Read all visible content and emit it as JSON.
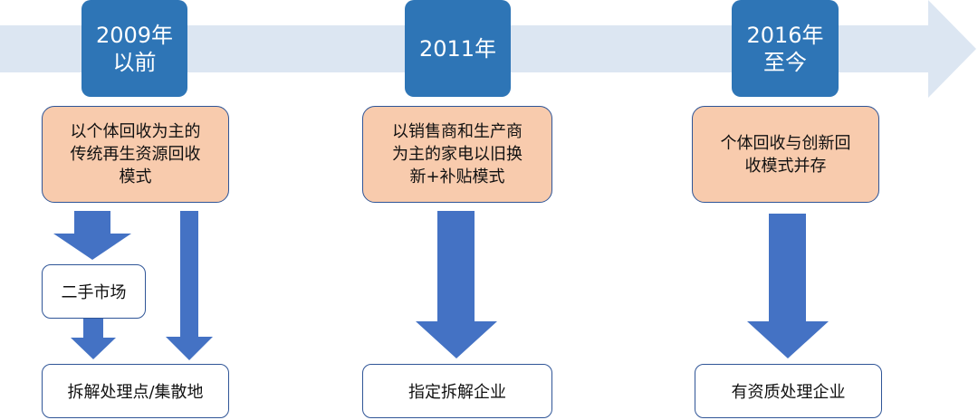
{
  "timeline": {
    "periods": [
      {
        "era_line1": "2009年",
        "era_line2": "以前",
        "mode": "以个体回收为主的\n传统再生资源回收\n模式",
        "intermediate": "二手市场",
        "outcome": "拆解处理点/集散地"
      },
      {
        "era_line1": "2011年",
        "era_line2": "",
        "mode": "以销售商和生产商\n为主的家电以旧换\n新+补贴模式",
        "outcome": "指定拆解企业"
      },
      {
        "era_line1": "2016年",
        "era_line2": "至今",
        "mode": "个体回收与创新回\n收模式并存",
        "outcome": "有资质处理企业"
      }
    ]
  },
  "colors": {
    "timeline_band": "#dce6f2",
    "era_box": "#2e75b6",
    "mode_box": "#f8cbad",
    "flow_arrow": "#4472c4",
    "box_border": "#2f5597"
  }
}
